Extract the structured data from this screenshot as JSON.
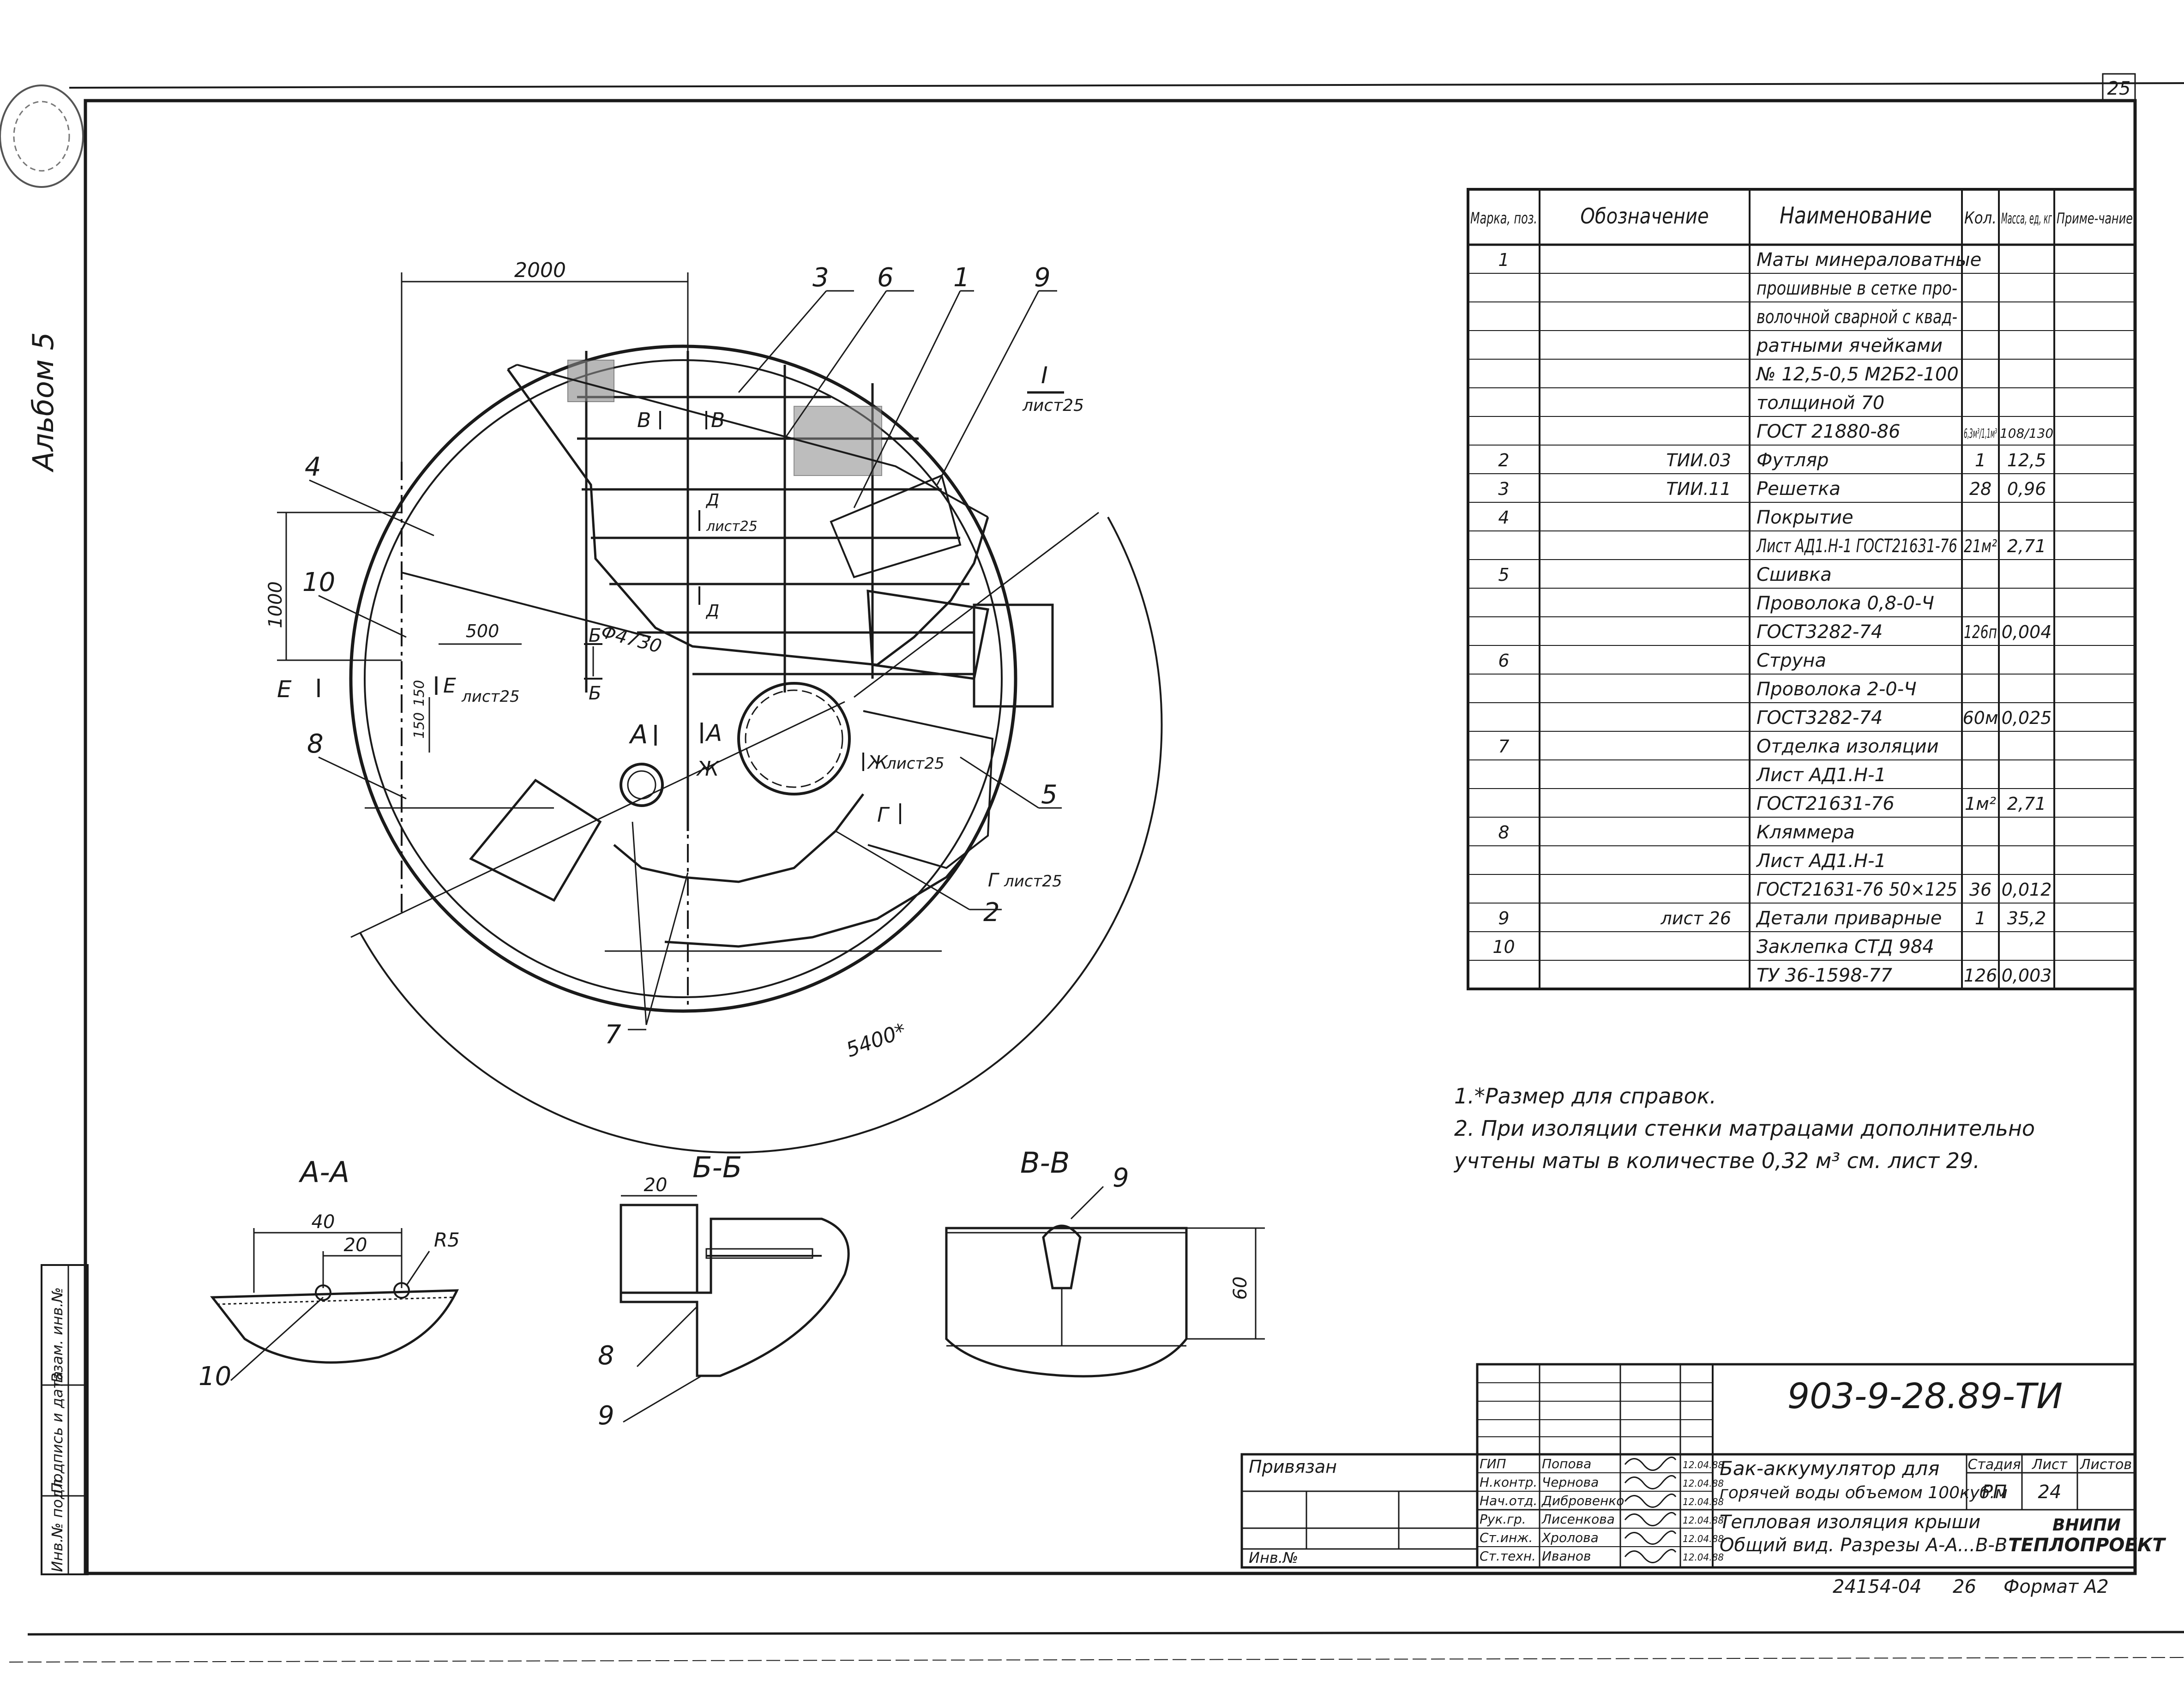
{
  "page_number": "25",
  "album": "Альбом 5",
  "plan": {
    "dim_2000": "2000",
    "dim_1000": "1000",
    "dim_500": "500",
    "dim_150a": "150",
    "dim_150b": "150",
    "dim_diam": "Φ4730",
    "dim_5400": "5400*",
    "callouts": [
      "1",
      "2",
      "3",
      "4",
      "5",
      "6",
      "7",
      "8",
      "9",
      "10"
    ],
    "sec_I": "I",
    "sec_I_sheet": "лист25",
    "sec_B1": "В",
    "sec_B2": "В",
    "sec_D": "Д",
    "sec_D_sheet": "лист25",
    "sec_D2": "Д",
    "sec_E1": "Е",
    "sec_E2": "Е",
    "sec_E_sheet": "лист25",
    "sec_Bb1": "Б",
    "sec_Bb2": "Б",
    "sec_A1": "А",
    "sec_A2": "А",
    "sec_Zh1": "Ж",
    "sec_Zh2": "Ж",
    "sec_Zh_sheet": "лист25",
    "sec_G1": "Г",
    "sec_G2": "Г",
    "sec_G_sheet": "лист25"
  },
  "table": {
    "headers": [
      "Марка, поз.",
      "Обозначение",
      "Наименование",
      "Кол.",
      "Масса, ед, кг",
      "Приме-чание"
    ],
    "rows": [
      [
        "1",
        "",
        "Маты минераловатные",
        "",
        "",
        ""
      ],
      [
        "",
        "",
        "прошивные в сетке про-",
        "",
        "",
        ""
      ],
      [
        "",
        "",
        "волочной сварной с квад-",
        "",
        "",
        ""
      ],
      [
        "",
        "",
        "ратными ячейками",
        "",
        "",
        ""
      ],
      [
        "",
        "",
        "№ 12,5-0,5 М2Б2-100",
        "",
        "",
        ""
      ],
      [
        "",
        "",
        "толщиной 70",
        "",
        "",
        ""
      ],
      [
        "",
        "",
        "ГОСТ 21880-86",
        "6,3м³/1,1м³",
        "108/130",
        ""
      ],
      [
        "2",
        "ТИИ.03",
        "Футляр",
        "1",
        "12,5",
        ""
      ],
      [
        "3",
        "ТИИ.11",
        "Решетка",
        "28",
        "0,96",
        ""
      ],
      [
        "4",
        "",
        "Покрытие",
        "",
        "",
        ""
      ],
      [
        "",
        "",
        "Лист АД1.Н-1 ГОСТ21631-76",
        "21м²",
        "2,71",
        ""
      ],
      [
        "5",
        "",
        "Сшивка",
        "",
        "",
        ""
      ],
      [
        "",
        "",
        "Проволока 0,8-0-Ч",
        "",
        "",
        ""
      ],
      [
        "",
        "",
        "ГОСТ3282-74",
        "126п",
        "0,004",
        ""
      ],
      [
        "6",
        "",
        "Струна",
        "",
        "",
        ""
      ],
      [
        "",
        "",
        "Проволока 2-0-Ч",
        "",
        "",
        ""
      ],
      [
        "",
        "",
        "ГОСТ3282-74",
        "60м",
        "0,025",
        ""
      ],
      [
        "7",
        "",
        "Отделка изоляции",
        "",
        "",
        ""
      ],
      [
        "",
        "",
        "Лист АД1.Н-1",
        "",
        "",
        ""
      ],
      [
        "",
        "",
        "ГОСТ21631-76",
        "1м²",
        "2,71",
        ""
      ],
      [
        "8",
        "",
        "Кляммера",
        "",
        "",
        ""
      ],
      [
        "",
        "",
        "Лист АД1.Н-1",
        "",
        "",
        ""
      ],
      [
        "",
        "",
        "ГОСТ21631-76   50×125",
        "36",
        "0,012",
        ""
      ],
      [
        "9",
        "лист 26",
        "Детали приварные",
        "1",
        "35,2",
        ""
      ],
      [
        "10",
        "",
        "Заклепка СТД 984",
        "",
        "",
        ""
      ],
      [
        "",
        "",
        "ТУ 36-1598-77",
        "126",
        "0,003",
        ""
      ]
    ]
  },
  "notes": [
    "1.*Размер для справок.",
    "2. При изоляции стенки матрацами дополнительно",
    "учтены маты в количестве 0,32 м³ см. лист 29."
  ],
  "section_AA": {
    "title": "А-А",
    "dim40": "40",
    "dim20": "20",
    "r5": "R5",
    "callout": "10"
  },
  "section_BB": {
    "title": "Б-Б",
    "dim20": "20",
    "callout8": "8",
    "callout9": "9"
  },
  "section_VV": {
    "title": "В-В",
    "callout9": "9",
    "dim60": "60"
  },
  "title_block": {
    "code": "903-9-28.89-ТИ",
    "privyazan": "Привязан",
    "inv_no": "Инв.№",
    "roles": [
      "ГИП",
      "Н.контр.",
      "Нач.отд.",
      "Рук.гр.",
      "Ст.инж.",
      "Ст.техн."
    ],
    "names": [
      "Попова",
      "Чернова",
      "Дибровенко",
      "Лисенкова",
      "Хролова",
      "Иванов"
    ],
    "dates": [
      "12.04.88",
      "12.04.88",
      "12.04.88",
      "12.04.88",
      "12.04.88",
      "12.04.88"
    ],
    "title1": "Бак-аккумулятор для",
    "title2": "горячей воды объемом 100куб.м",
    "title3": "Тепловая изоляция крыши",
    "title4": "Общий вид. Разрезы А-А...В-В",
    "stage_h": "Стадия",
    "sheet_h": "Лист",
    "sheets_h": "Листов",
    "stage": "РП",
    "sheet": "24",
    "org1": "ВНИПИ",
    "org2": "ТЕПЛОПРОЕКТ",
    "bottom_no": "24154-04",
    "bottom_sheet": "26",
    "format": "Формат А2"
  },
  "side_stamp": [
    "Инв.№ подл.",
    "Подпись и дата",
    "Взам. инв.№"
  ]
}
